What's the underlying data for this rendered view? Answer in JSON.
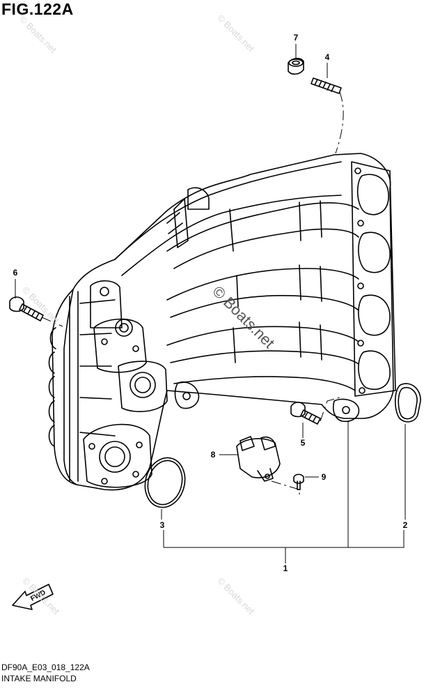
{
  "figure": {
    "title": "FIG.122A"
  },
  "callouts": {
    "c1": "1",
    "c2": "2",
    "c3": "3",
    "c4": "4",
    "c5": "5",
    "c6": "6",
    "c7": "7",
    "c8": "8",
    "c9": "9"
  },
  "watermark": {
    "text": "© Boats.net"
  },
  "fwd_marker": {
    "label": "FWD"
  },
  "footer": {
    "code": "DF90A_E03_018_122A",
    "name": "INTAKE MANIFOLD"
  }
}
